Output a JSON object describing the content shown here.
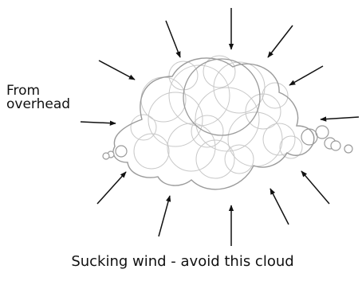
{
  "labels": {
    "from_line1": "From",
    "from_line2": "overhead",
    "caption": "Sucking wind - avoid this cloud"
  },
  "colors": {
    "arrow": "#111111",
    "cloud_outline": "#9a9a9a",
    "cloud_inner": "#c8c8c8",
    "background": "#ffffff"
  },
  "icons": {
    "arrow": "inward-arrow-icon",
    "cloud": "cloud-icon"
  }
}
